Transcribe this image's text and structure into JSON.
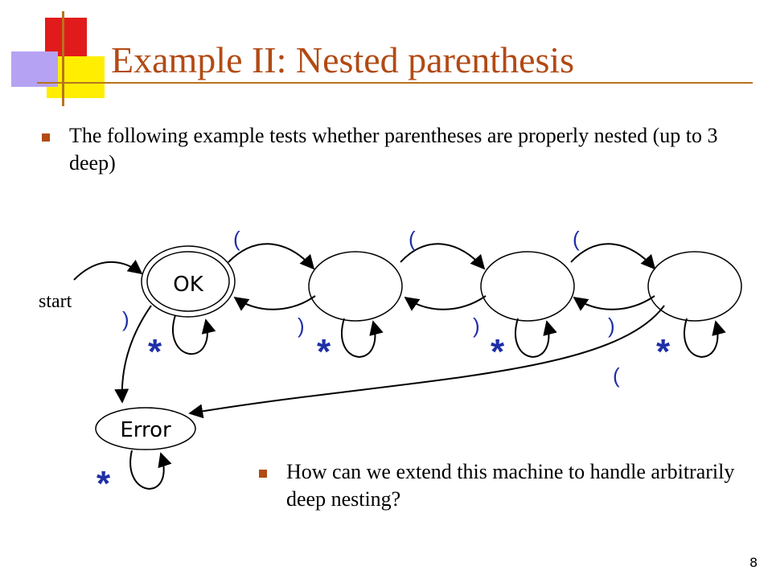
{
  "slide": {
    "title": "Example II: Nested parenthesis",
    "bullet1": "The following example tests whether parentheses are properly nested (up to 3 deep)",
    "bullet2": "How can we extend this machine to handle arbitrarily deep nesting?",
    "page_number": "8"
  },
  "diagram": {
    "start_label": "start",
    "states": [
      {
        "id": "q0",
        "label": "OK",
        "accepting": true
      },
      {
        "id": "q1",
        "label": ""
      },
      {
        "id": "q2",
        "label": ""
      },
      {
        "id": "q3",
        "label": ""
      },
      {
        "id": "err",
        "label": "Error"
      }
    ],
    "transitions": [
      {
        "from": "q0",
        "to": "q1",
        "label": "("
      },
      {
        "from": "q1",
        "to": "q2",
        "label": "("
      },
      {
        "from": "q2",
        "to": "q3",
        "label": "("
      },
      {
        "from": "q1",
        "to": "q0",
        "label": ")"
      },
      {
        "from": "q2",
        "to": "q1",
        "label": ")"
      },
      {
        "from": "q3",
        "to": "q2",
        "label": ")"
      },
      {
        "from": "q0",
        "to": "err",
        "label": ")"
      },
      {
        "from": "q3",
        "to": "err",
        "label": "("
      },
      {
        "from": "q0",
        "to": "q0",
        "label": "*"
      },
      {
        "from": "q1",
        "to": "q1",
        "label": "*"
      },
      {
        "from": "q2",
        "to": "q2",
        "label": "*"
      },
      {
        "from": "q3",
        "to": "q3",
        "label": "*"
      },
      {
        "from": "err",
        "to": "err",
        "label": "*"
      }
    ],
    "colors": {
      "star": "#1f2fa8",
      "ok_text": "#000000"
    }
  }
}
